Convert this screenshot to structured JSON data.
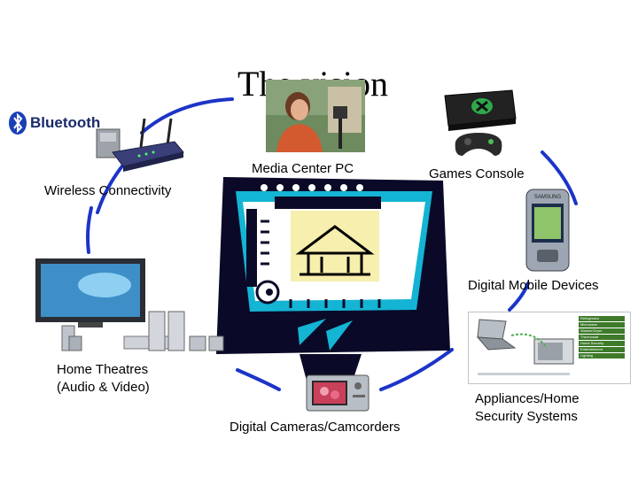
{
  "slide": {
    "title": "The vision",
    "labels": {
      "media_center": "Media Center PC",
      "games_console": "Games Console",
      "wireless": "Wireless Connectivity",
      "mobile": "Digital Mobile Devices",
      "home_theatre_1": "Home Theatres",
      "home_theatre_2": "(Audio & Video)",
      "appliances_1": "Appliances/Home",
      "appliances_2": "Security Systems",
      "cameras": "Digital Cameras/Camcorders"
    },
    "bluetooth_logo": "Bluetooth",
    "phone_brand": "SAMSUNG",
    "appliance_menu": [
      "Refrigerator",
      "Microwave",
      "Washer/Dryer",
      "Thermostat",
      "Home Security",
      "Entertainment",
      "Lighting"
    ]
  },
  "colors": {
    "ring": "#1c34c8",
    "accent": "#14b4d4",
    "dark": "#0a0a28"
  }
}
